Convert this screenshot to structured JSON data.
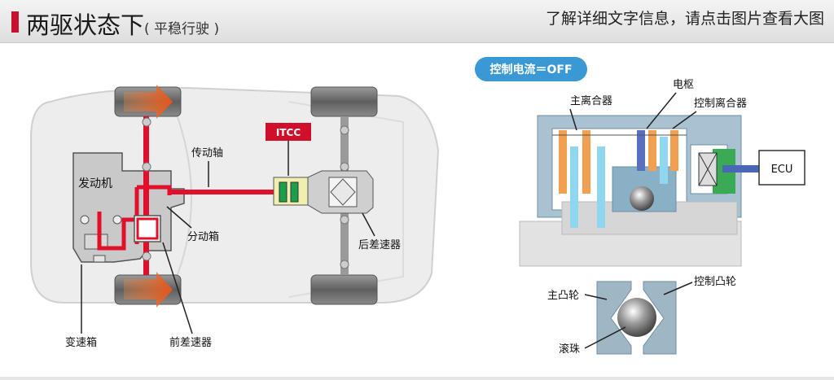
{
  "header": {
    "title": "两驱状态下",
    "subtitle": "( 平稳行驶 )",
    "tip": "了解详细文字信息，请点击图片查看大图"
  },
  "colors": {
    "accent": "#c8102e",
    "flow": "#e0102a",
    "badge": "#3a98d4",
    "orange": "#f0a050",
    "cyan": "#8fd6ee",
    "navy": "#5a6fbe",
    "green": "#3aaa55"
  },
  "diagram": {
    "labels": {
      "engine": "发动机",
      "driveshaft": "传动轴",
      "itcc": "ITCC",
      "transfer": "分动箱",
      "rear_diff": "后差速器",
      "gearbox": "变速箱",
      "front_diff": "前差速器"
    },
    "coupling": {
      "badge": "控制电流＝OFF",
      "main_clutch": "主离合器",
      "armature": "电枢",
      "control_clutch": "控制离合器",
      "ecu": "ECU",
      "main_cam": "主凸轮",
      "control_cam": "控制凸轮",
      "ball": "滚珠"
    }
  }
}
